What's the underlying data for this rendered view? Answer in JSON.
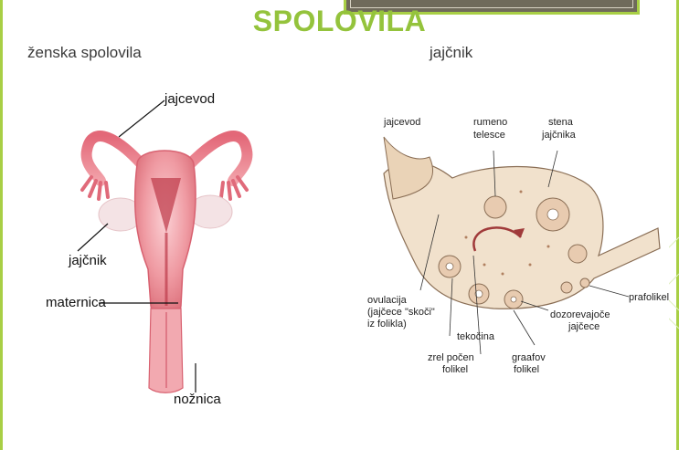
{
  "title": "SPOLOVILA",
  "left_caption": "ženska spolovila",
  "right_caption": "jajčnik",
  "left_figure": {
    "labels": {
      "jajcevod": "jajcevod",
      "jajcnik": "jajčnik",
      "maternica": "maternica",
      "noznica": "nožnica"
    }
  },
  "right_figure": {
    "labels": {
      "jajcevod": "jajcevod",
      "rumeno_1": "rumeno",
      "rumeno_2": "telesce",
      "stena_1": "stena",
      "stena_2": "jajčnika",
      "prafolikel": "prafolikel",
      "ovulacija_1": "ovulacija",
      "ovulacija_2": "(jajčece \"skoči\"",
      "ovulacija_3": "iz folikla)",
      "tekocina": "tekočina",
      "dozorevajoce_1": "dozorevajoče",
      "dozorevajoce_2": "jajčece",
      "zrel_1": "zrel počen",
      "zrel_2": "folikel",
      "graafov_1": "graafov",
      "graafov_2": "folikel"
    }
  },
  "colors": {
    "accent": "#94c33c",
    "frame": "#a8cf45",
    "bar": "#6f6a5b",
    "uterus": "#e8838c",
    "ovary_bg": "#f1e1cc"
  }
}
